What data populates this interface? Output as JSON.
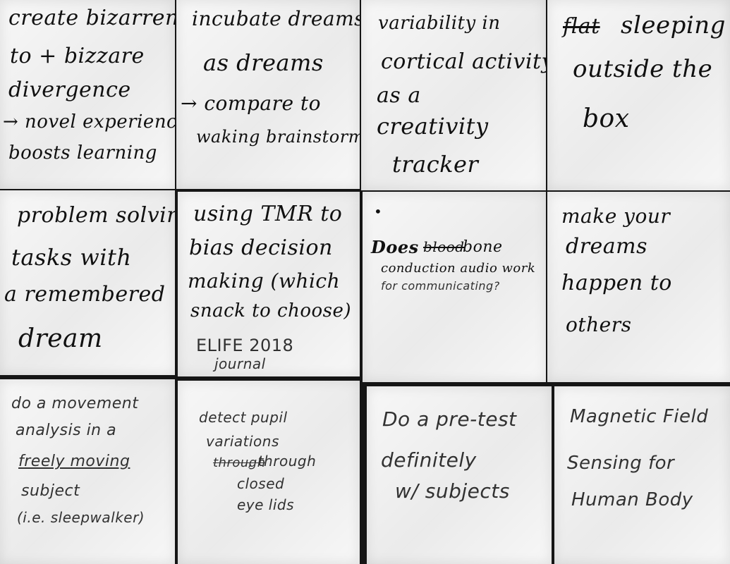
{
  "notes": [
    {
      "lines": [
        "create bizarreness",
        "to + bizzare",
        "divergence",
        "→ novel experience",
        "boosts learning"
      ]
    },
    {
      "lines": [
        "incubate dreams",
        "as dreams",
        "→ compare to",
        "waking brainstorming"
      ]
    },
    {
      "lines": [
        "variability in",
        "cortical activity",
        "as a",
        "creativity",
        "tracker"
      ]
    },
    {
      "lines": [
        "flat",
        "sleeping",
        "outside the",
        "box"
      ]
    },
    {
      "lines": [
        "problem solving",
        "tasks with",
        "a remembered",
        "dream"
      ]
    },
    {
      "lines": [
        "using TMR to",
        "bias decision",
        "making (which",
        "snack to choose)",
        "ELIFE 2018",
        "journal"
      ]
    },
    {
      "lines": [
        "•",
        "Does",
        "blood",
        "bone",
        "conduction audio work",
        "for communicating?"
      ]
    },
    {
      "lines": [
        "make your",
        "dreams",
        "happen to",
        "others"
      ]
    },
    {
      "lines": [
        "do a movement",
        "analysis in a",
        "freely moving",
        "subject",
        "(i.e. sleepwalker)"
      ]
    },
    {
      "lines": [
        "detect pupil",
        "variations",
        "through",
        ", through",
        "closed",
        "eye lids"
      ]
    },
    {
      "lines": [
        "Do a pre-test",
        "definitely",
        "w/ subjects"
      ]
    },
    {
      "lines": [
        "Magnetic Field",
        "Sensing for",
        "Human Body"
      ]
    }
  ]
}
